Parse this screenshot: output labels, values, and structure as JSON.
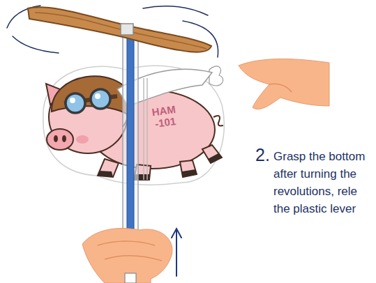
{
  "diagram": {
    "labels": [
      "HAM -101",
      "2.",
      "Grasp the bottom",
      "after turning the",
      "revolutions, rele",
      "the plastic lever"
    ]
  }
}
